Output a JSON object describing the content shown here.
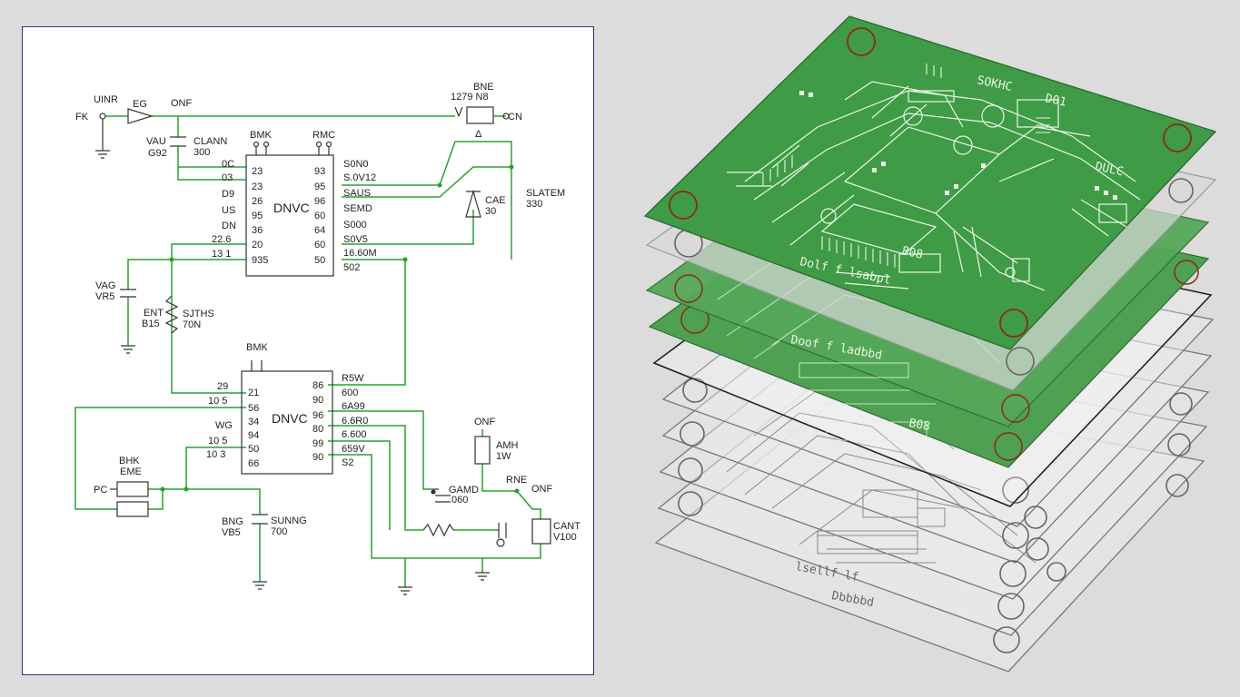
{
  "colors": {
    "wire": "#2ca02c",
    "ink": "#333333",
    "frame": "#2c3580",
    "pcb_green": "#3f9b46",
    "pcb_trace": "#e9f5e4",
    "pad_ring": "#8b2b1a"
  },
  "schematic": {
    "top": {
      "uinr": "UINR",
      "fk": "FK",
      "eg": "EG",
      "onf": "ONF",
      "bne": "BNE",
      "num": "1279 N8",
      "cn": "CN",
      "delta": "Δ",
      "vau": "VAU",
      "g92": "G92",
      "clann": "CLANN",
      "c300": "300"
    },
    "chip1": {
      "label": "DNVC",
      "bmk": "BMK",
      "rmc": "RMC",
      "left_ext": [
        "0C",
        "03",
        "D9",
        "US",
        "DN",
        "22.6",
        "13 1"
      ],
      "left_pins": [
        "23",
        "23",
        "26",
        "95",
        "36",
        "20",
        "935"
      ],
      "right_pins": [
        "93",
        "95",
        "96",
        "60",
        "64",
        "60",
        "50"
      ],
      "right_ext": [
        "S0N0",
        "S.0V12",
        "SAUS",
        "SEMD",
        "S000",
        "S0V5",
        "16.60M",
        "502"
      ]
    },
    "mid": {
      "cae": "CAE",
      "c30": "30",
      "slatem": "SLATEM",
      "s330": "330",
      "vag": "VAG",
      "vr5": "VR5",
      "ent": "ENT",
      "b15": "B15",
      "sjths": "SJTHS",
      "r70n": "70N"
    },
    "chip2": {
      "label": "DNVC",
      "bmk": "BMK",
      "left_ext": [
        "29",
        "10 5",
        "",
        "WG",
        "10 5",
        "10 3"
      ],
      "left_pins": [
        "21",
        "56",
        "34",
        "94",
        "50",
        "66"
      ],
      "right_pins": [
        "86",
        "90",
        "96",
        "80",
        "99",
        "90"
      ],
      "right_ext": [
        "R5W",
        "600",
        "6A99",
        "6.6R0",
        "6.600",
        "659V",
        "S2"
      ]
    },
    "bottom": {
      "bhk": "BHK",
      "eme": "EME",
      "pc": "PC",
      "bng": "BNG",
      "vb5": "VB5",
      "sunng": "SUNNG",
      "s700": "700",
      "onf1": "ONF",
      "amh": "AMH",
      "m1w": "1W",
      "gamd": "GAMD",
      "c060": "060",
      "rne": "RNE",
      "onf2": "ONF",
      "cant": "CANT",
      "v100": "V100"
    }
  },
  "pcb": {
    "top_texts": [
      "SOKHC",
      "D01",
      "DULC",
      "808"
    ],
    "top_silk": "Dolf f  lsabpl",
    "layer2_silk": "Doof f  ladbbd",
    "layer3_silk": "B08",
    "bottom_silk_1": "lsellf lf",
    "bottom_silk_2": "Dbbbbd"
  }
}
